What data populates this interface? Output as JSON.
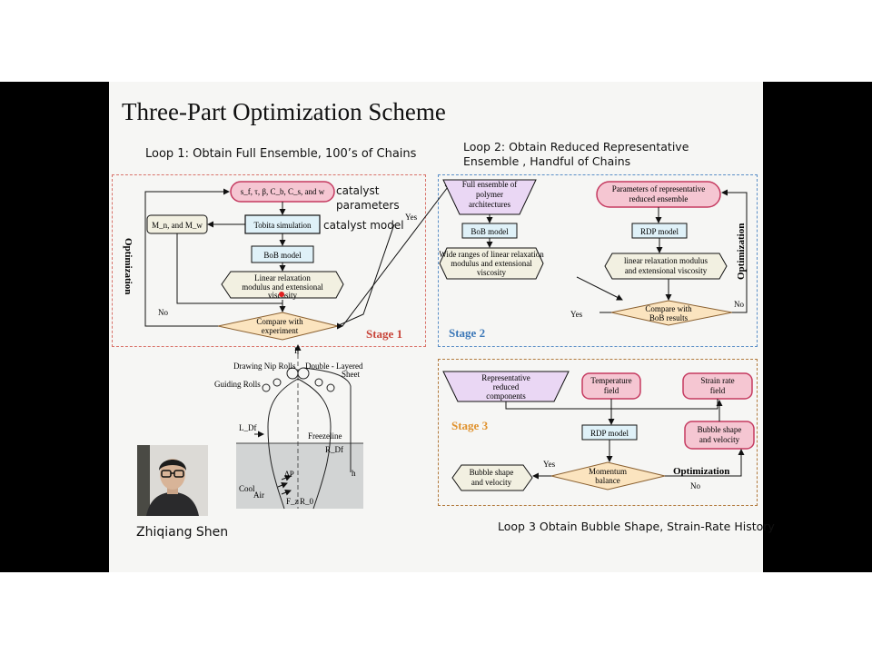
{
  "slide": {
    "title": "Three-Part Optimization Scheme",
    "loop1": "Loop 1: Obtain Full Ensemble, 100’s of Chains",
    "loop2": "Loop 2: Obtain Reduced Representative Ensemble , Handful of Chains",
    "loop3": "Loop 3 Obtain Bubble Shape, Strain-Rate History",
    "presenter": "Zhiqiang Shen"
  },
  "stage1": {
    "label": "Stage 1",
    "params": "s_f, τ, β, C_b, C_s, and w",
    "params_note": "catalyst parameters",
    "tobita": "Tobita simulation",
    "tobita_note": "catalyst model",
    "mn_mw": "M_n, and M_w",
    "bob": "BoB model",
    "linear1": "Linear relaxation",
    "linear2": "modulus and extensional",
    "linear3": "viscosity",
    "compare1": "Compare with",
    "compare2": "experiment",
    "yes": "Yes",
    "no": "No",
    "optimization": "Optimization"
  },
  "stage2": {
    "label": "Stage 2",
    "full1": "Full ensemble of",
    "full2": "polymer",
    "full3": "architectures",
    "bob": "BoB model",
    "wide1": "Wide ranges of linear relaxation",
    "wide2": "modulus and extensional",
    "wide3": "viscosity",
    "param1": "Parameters of representative",
    "param2": "reduced ensemble",
    "rdp": "RDP model",
    "linear1": "linear relaxation modulus",
    "linear2": "and extensional viscosity",
    "compare1": "Compare with",
    "compare2": "BoB results",
    "yes": "Yes",
    "no": "No",
    "optimization": "Optimization"
  },
  "stage3": {
    "label": "Stage 3",
    "rep1": "Representative",
    "rep2": "reduced",
    "rep3": "components",
    "temp1": "Temperature",
    "temp2": "field",
    "strain1": "Strain rate",
    "strain2": "field",
    "rdp": "RDP model",
    "bubble_r1": "Bubble shape",
    "bubble_r2": "and velocity",
    "momentum1": "Momentum",
    "momentum2": "balance",
    "bubble_l1": "Bubble shape",
    "bubble_l2": "and velocity",
    "yes": "Yes",
    "no": "No",
    "optimization": "Optimization"
  },
  "blown_film": {
    "f": "F",
    "drawing": "Drawing Nip Rolls",
    "double": "Double - Layered",
    "sheet": "Sheet",
    "guiding": "Guiding Rolls",
    "freezeline": "Freezeline",
    "ldf": "L_Df",
    "rdf": "R_Df",
    "cool": "Cool",
    "air": "Air",
    "ap": "ΔP",
    "h": "h",
    "fz": "F_z",
    "r0": "R_0"
  },
  "colors": {
    "stage1_frame": "#d9736a",
    "stage2_frame": "#5b8fc7",
    "stage3_frame": "#b27a3d",
    "stage1_label": "#c8453a",
    "stage2_label": "#3c78b8",
    "stage3_label": "#e0922e",
    "pink_box": "#f5c6d2",
    "pink_border": "#c53a60",
    "lavender": "#ead7f4",
    "cyan_box": "#dff1f8",
    "hex_fill": "#f2f0e1",
    "diamond_fill": "#fbe4bf",
    "diamond_border": "#8a6030"
  }
}
